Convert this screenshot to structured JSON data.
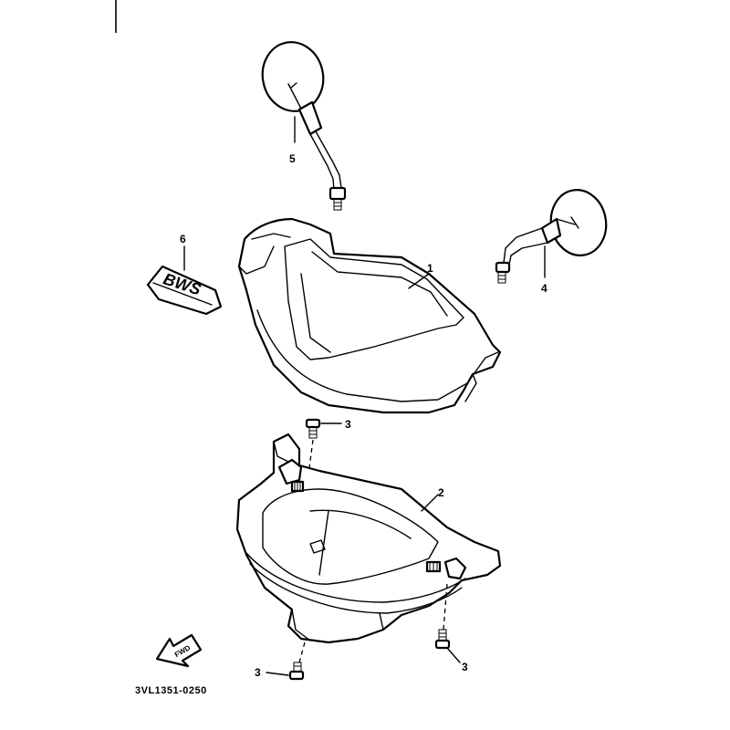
{
  "callouts": {
    "p1": "1",
    "p2": "2",
    "p3a": "3",
    "p3b": "3",
    "p3c": "3",
    "p4": "4",
    "p5": "5",
    "p6": "6"
  },
  "emblem_text": "BWS",
  "fwd_text": "FWD",
  "diagram_code": "3VL1351-0250",
  "colors": {
    "ink": "#000000",
    "paper": "#ffffff"
  }
}
